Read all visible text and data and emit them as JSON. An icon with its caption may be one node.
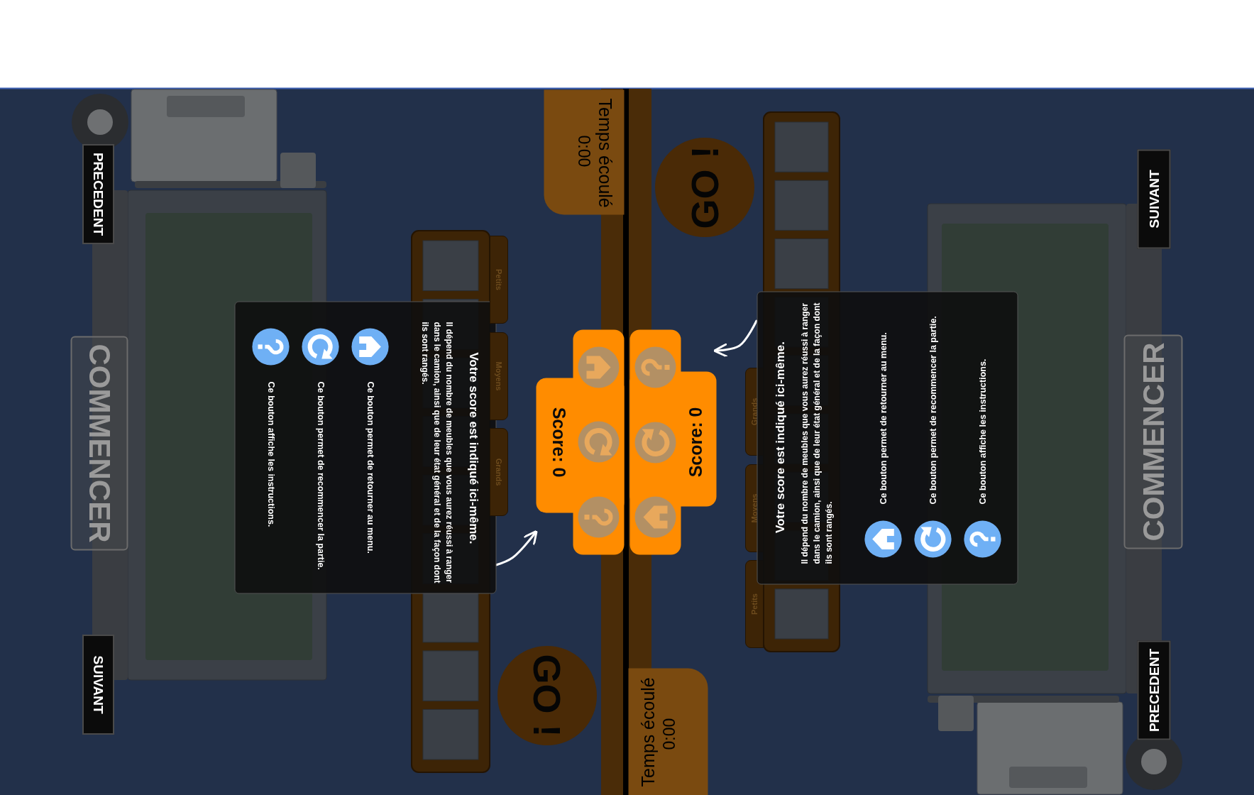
{
  "diagram": {
    "nodes": [
      {
        "text": [
          "PRECEDENT"
        ]
      },
      {
        "text": [
          "COMMENCER"
        ]
      },
      {
        "text": [
          "SUIVANT"
        ]
      },
      {
        "text": [
          "Votre score est indiqué ici-même.",
          "Il dépend du nombre de meubles que vous aurez réussi à ranger dans le camion, ainsi que de leur état général et de la façon dont ils sont rangés.",
          "Ce bouton permet de retourner au menu.",
          "Ce bouton permet de recommencer la partie.",
          "Ce bouton affiche les instructions."
        ]
      },
      {
        "text": [
          "Petits"
        ]
      },
      {
        "text": [
          "Moyens"
        ]
      },
      {
        "text": [
          "Grands"
        ]
      },
      {
        "text": [
          "Temps écoulé",
          "0:00"
        ]
      },
      {
        "text": [
          "GO !"
        ]
      },
      {
        "text": [
          "Score: 0"
        ]
      },
      {
        "text": [
          "Score: 0"
        ]
      },
      {
        "text": [
          "GO !"
        ]
      },
      {
        "text": [
          "Temps écoulé",
          "0:00"
        ]
      },
      {
        "text": [
          "Grands"
        ]
      },
      {
        "text": [
          "Moyens"
        ]
      },
      {
        "text": [
          "Petits"
        ]
      },
      {
        "text": [
          "Votre score est indiqué ici-même.",
          "Il dépend du nombre de meubles que vous aurez réussi à ranger dans le camion, ainsi que de leur état général et de la façon dont ils sont rangés.",
          "Ce bouton permet de retourner au menu.",
          "Ce bouton permet de recommencer la partie.",
          "Ce bouton affiche les instructions."
        ]
      },
      {
        "text": [
          "SUIVANT"
        ]
      },
      {
        "text": [
          "COMMENCER"
        ]
      },
      {
        "text": [
          "PRECEDENT"
        ]
      }
    ],
    "edges": [
      {
        "from": 3,
        "to": 9,
        "arrow": "to"
      },
      {
        "from": 16,
        "to": 10,
        "arrow": "to"
      }
    ]
  }
}
